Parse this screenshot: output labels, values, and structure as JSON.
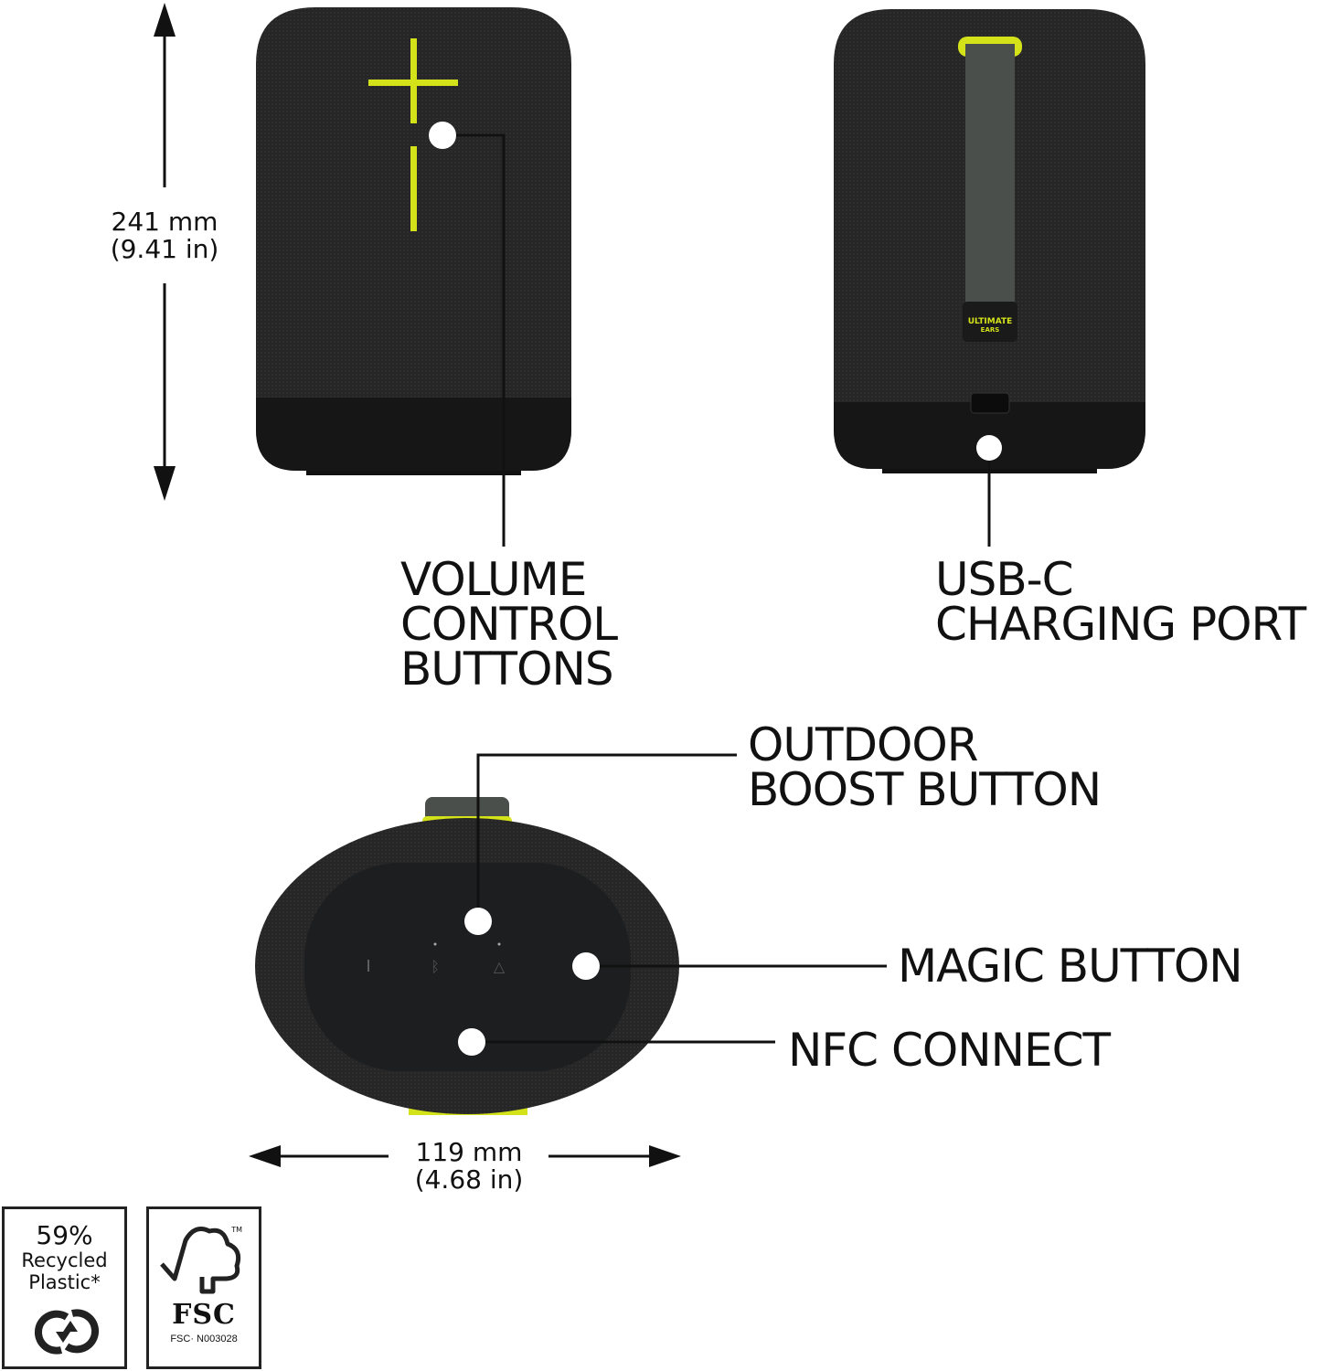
{
  "dimensions": {
    "height_mm": "241 mm",
    "height_in": "(9.41 in)",
    "width_mm": "119 mm",
    "width_in": "(4.68 in)"
  },
  "callouts": {
    "volume": [
      "VOLUME",
      "CONTROL",
      "BUTTONS"
    ],
    "usb": [
      "USB-C",
      "CHARGING PORT"
    ],
    "outdoor": [
      "OUTDOOR",
      "BOOST BUTTON"
    ],
    "magic": "MAGIC BUTTON",
    "nfc": "NFC CONNECT"
  },
  "strap_label": [
    "ULTIMATE",
    "EARS"
  ],
  "badges": {
    "recycled": {
      "percent": "59%",
      "line1": "Recycled",
      "line2": "Plastic*"
    },
    "fsc": {
      "word": "FSC",
      "code": "FSC· N003028",
      "tm": "TM"
    }
  },
  "colors": {
    "accent": "#d4e21a",
    "body": "#232323",
    "base": "#151515",
    "strap": "#4a4f4c"
  }
}
